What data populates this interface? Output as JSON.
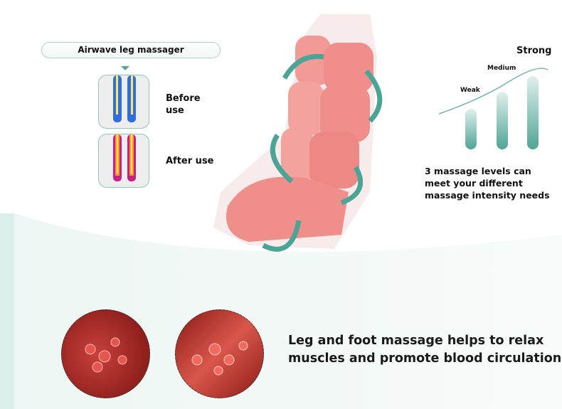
{
  "header": {
    "title": "Airwave leg massager"
  },
  "comparison": {
    "before_label": "Before use",
    "after_label": "After use"
  },
  "levels": {
    "items": [
      "Weak",
      "Medium",
      "Strong"
    ],
    "values": [
      1,
      2,
      3
    ],
    "description": "3 massage levels can meet your different massage intensity needs"
  },
  "footer": {
    "headline_line1": "Leg and foot massage helps to relax",
    "headline_line2": "muscles and promote blood circulation"
  },
  "colors": {
    "accent": "#4fa594",
    "boot": "#f08a8a"
  }
}
